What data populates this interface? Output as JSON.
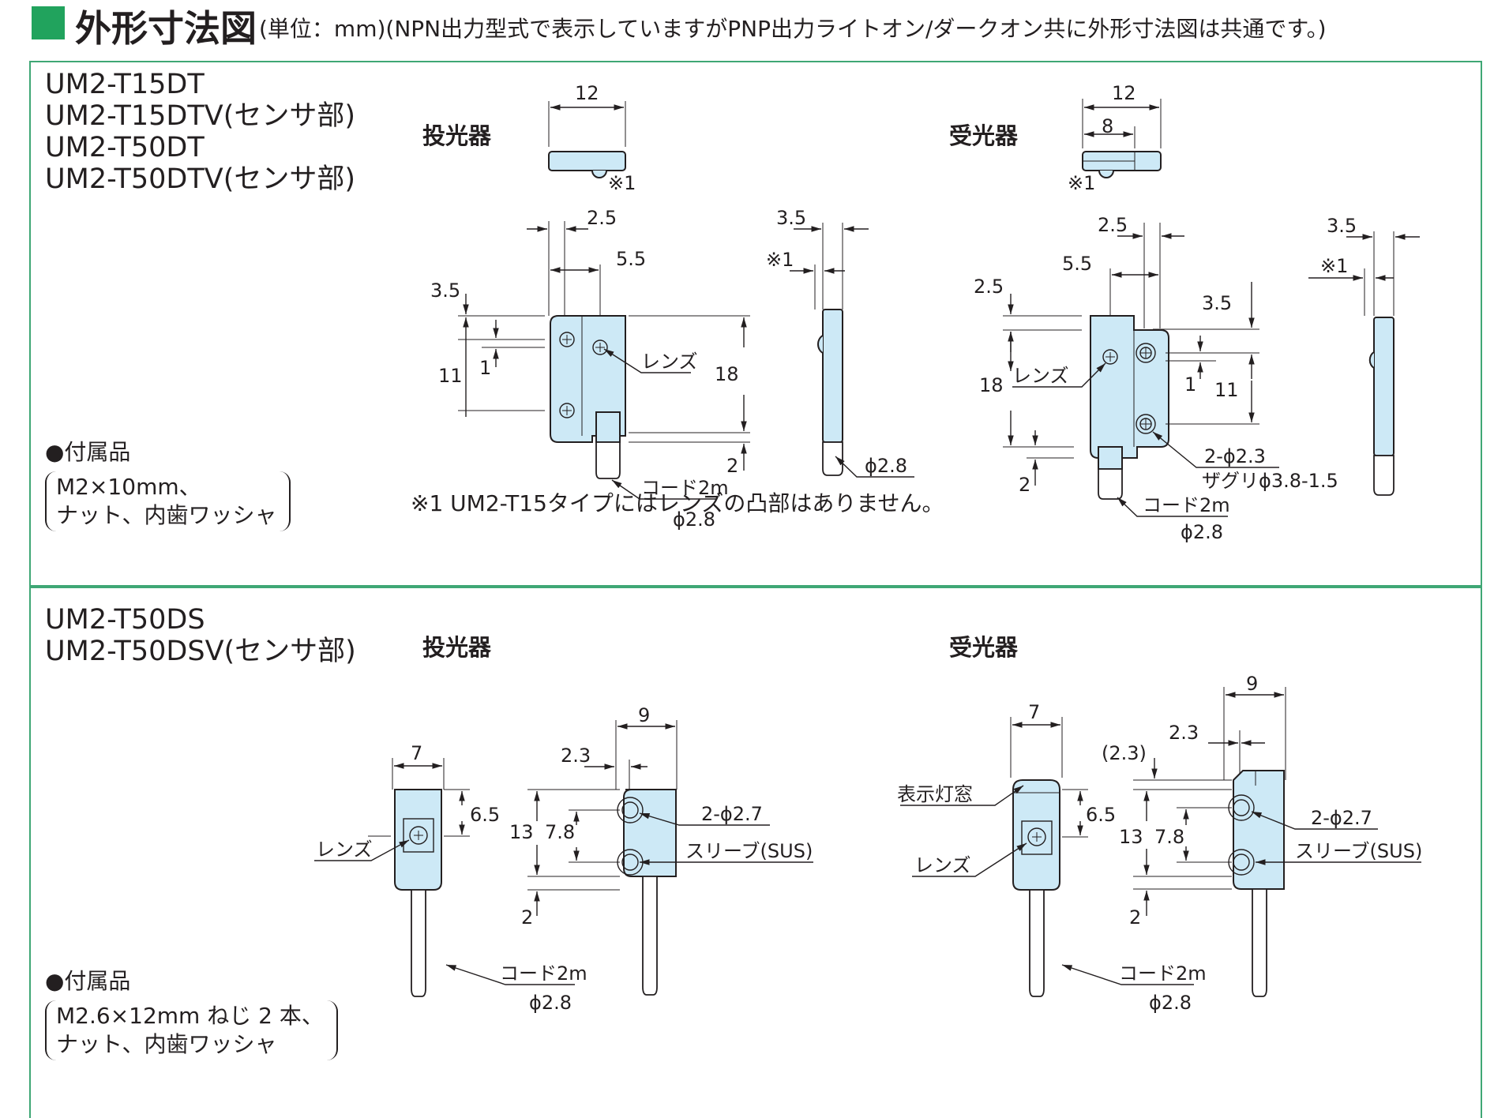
{
  "header": {
    "title": "外形寸法図",
    "subtitle": "(単位：mm)(NPN出力型式で表示していますがPNP出力ライトオン/ダークオン共に外形寸法図は共通です。)",
    "accent_color": "#21a35d"
  },
  "section1": {
    "models": [
      "UM2-T15DT",
      "UM2-T15DTV(センサ部)",
      "UM2-T50DT",
      "UM2-T50DTV(センサ部)"
    ],
    "accessories_title": "●付属品",
    "accessories": [
      "M2×10mm、",
      "ナット、内歯ワッシャ"
    ],
    "emitter_label": "投光器",
    "receiver_label": "受光器",
    "note": "※1 UM2-T15タイプにはレンズの凸部はありません。",
    "emitter": {
      "top_width": "12",
      "mark": "※1",
      "d_2_5": "2.5",
      "d_5_5": "5.5",
      "d_3_5": "3.5",
      "d_11": "11",
      "d_1": "1",
      "d_18": "18",
      "d_2": "2",
      "lens": "レンズ",
      "cord": "コード2m",
      "cord_dia": "ϕ2.8",
      "side_3_5": "3.5",
      "side_mark": "※1",
      "side_dia": "ϕ2.8"
    },
    "receiver": {
      "top_width": "12",
      "top_inner": "8",
      "mark": "※1",
      "d_2_5_top": "2.5",
      "d_5_5": "5.5",
      "d_2_5_left": "2.5",
      "d_18": "18",
      "d_2": "2",
      "d_3_5": "3.5",
      "d_1": "1",
      "d_11": "11",
      "lens": "レンズ",
      "hole": "2-ϕ2.3",
      "counterbore": "ザグリϕ3.8-1.5",
      "cord": "コード2m",
      "cord_dia": "ϕ2.8",
      "side_3_5": "3.5",
      "side_mark": "※1"
    }
  },
  "section2": {
    "models": [
      "UM2-T50DS",
      "UM2-T50DSV(センサ部)"
    ],
    "accessories_title": "●付属品",
    "accessories": [
      "M2.6×12mm ねじ 2 本、",
      "ナット、内歯ワッシャ"
    ],
    "emitter_label": "投光器",
    "receiver_label": "受光器",
    "emitter": {
      "front_width": "7",
      "d_6_5": "6.5",
      "lens": "レンズ",
      "side_width": "9",
      "d_2_3": "2.3",
      "d_13": "13",
      "d_7_8": "7.8",
      "d_2": "2",
      "hole": "2-ϕ2.7",
      "sleeve": "スリーブ(SUS)",
      "cord": "コード2m",
      "cord_dia": "ϕ2.8"
    },
    "receiver": {
      "front_width": "7",
      "d_6_5": "6.5",
      "indicator": "表示灯窓",
      "lens": "レンズ",
      "side_width": "9",
      "d_2_3": "2.3",
      "d_2_3_paren": "(2.3)",
      "d_13": "13",
      "d_7_8": "7.8",
      "d_2": "2",
      "hole": "2-ϕ2.7",
      "sleeve": "スリーブ(SUS)",
      "cord": "コード2m",
      "cord_dia": "ϕ2.8"
    }
  }
}
